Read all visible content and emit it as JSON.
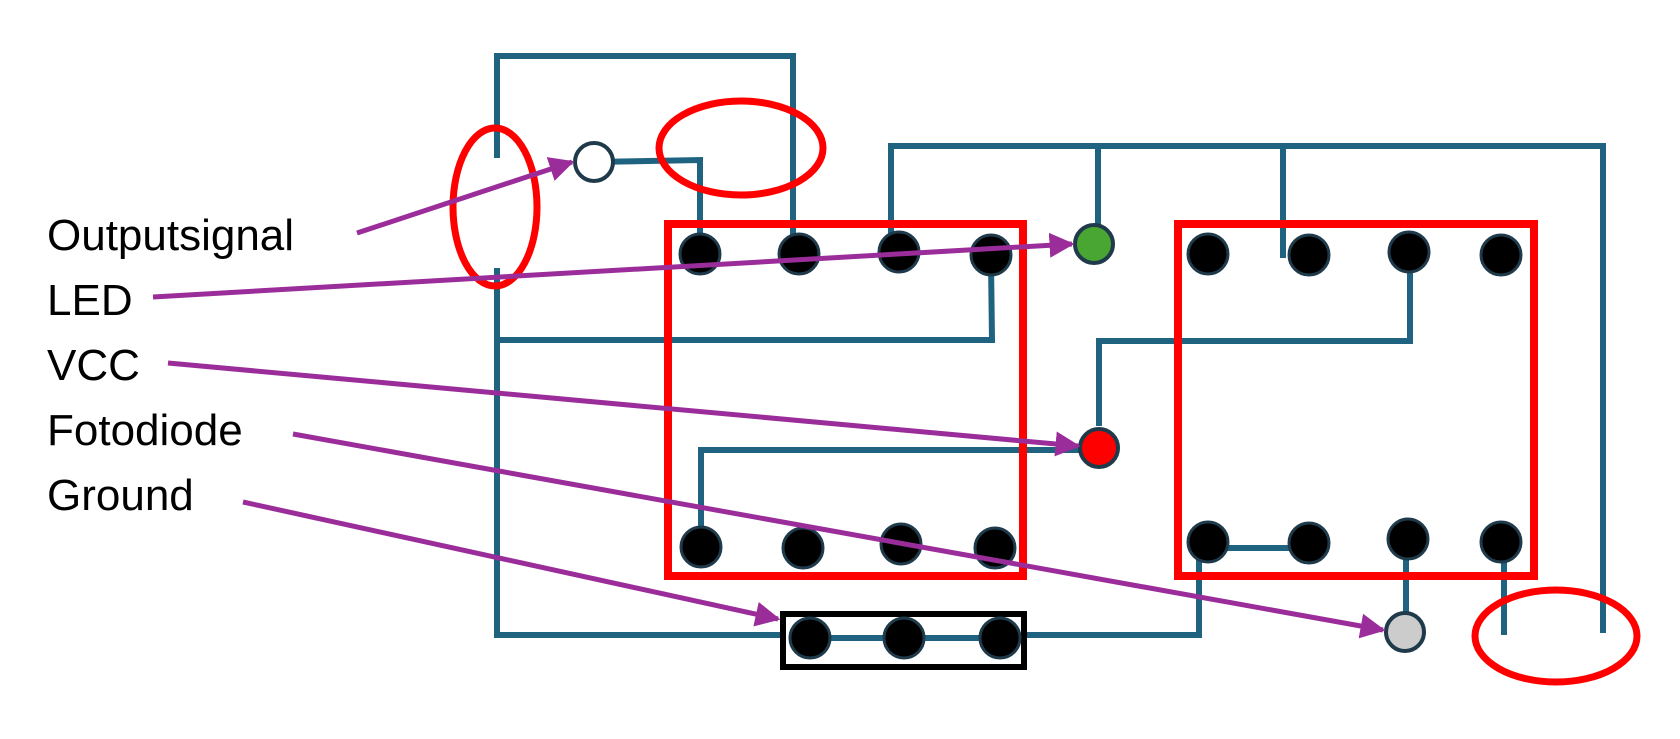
{
  "labels": {
    "output": "Outputsignal",
    "led": "LED",
    "vcc": "VCC",
    "photodiode": "Fotodiode",
    "ground": "Ground"
  },
  "colors": {
    "wire": "#1f6380",
    "chip": "#ff0000",
    "highlight": "#ff0000",
    "arrow": "#9b2d9b",
    "pin": "#000000",
    "led": "#4aa632",
    "vcc": "#ff0000",
    "photodiode": "#cccccc",
    "output": "#ffffff",
    "connector": "#000000"
  }
}
